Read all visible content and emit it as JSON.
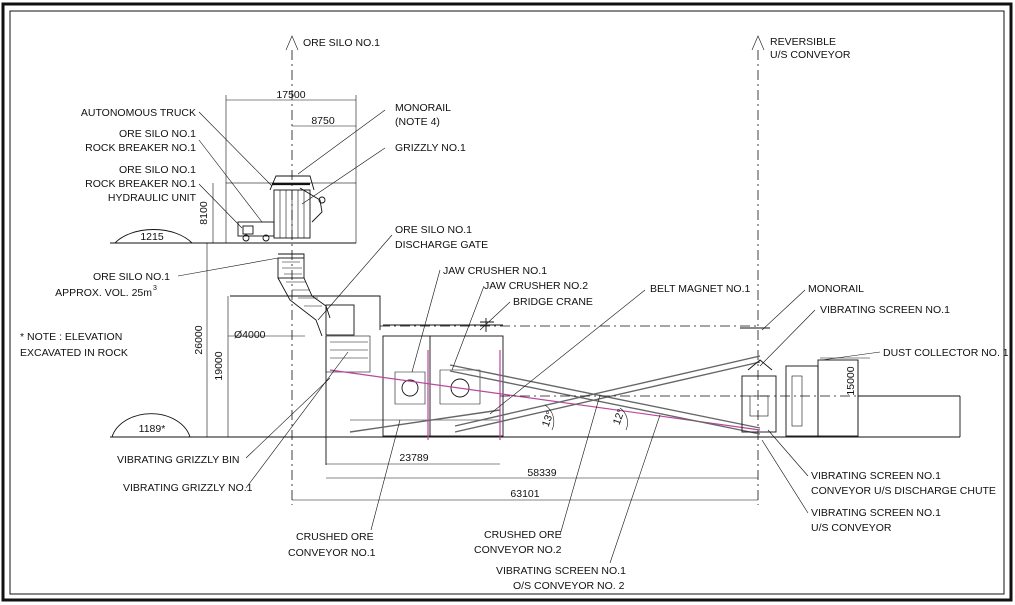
{
  "labels": {
    "ore_silo_top": "ORE SILO NO.1",
    "reversible_1": "REVERSIBLE",
    "reversible_2": "U/S CONVEYOR",
    "autonomous_truck": "AUTONOMOUS TRUCK",
    "rock_breaker_1": "ORE SILO NO.1",
    "rock_breaker_2": "ROCK BREAKER NO.1",
    "hydraulic_1": "ORE SILO NO.1",
    "hydraulic_2": "ROCK BREAKER NO.1",
    "hydraulic_3": "HYDRAULIC UNIT",
    "monorail_top_1": "MONORAIL",
    "monorail_top_2": "(NOTE 4)",
    "grizzly": "GRIZZLY NO.1",
    "discharge_gate_1": "ORE SILO NO.1",
    "discharge_gate_2": "DISCHARGE GATE",
    "silo_vol_1": "ORE SILO NO.1",
    "silo_vol_2": "APPROX. VOL. 25m",
    "silo_vol_sup": "3",
    "note_1": "* NOTE : ELEVATION",
    "note_2": "EXCAVATED IN ROCK",
    "jaw_crusher_1": "JAW CRUSHER NO.1",
    "jaw_crusher_2": "JAW CRUSHER NO.2",
    "bridge_crane": "BRIDGE CRANE",
    "belt_magnet": "BELT MAGNET NO.1",
    "monorail_right": "MONORAIL",
    "vibrating_screen": "VIBRATING SCREEN NO.1",
    "dust_collector": "DUST COLLECTOR NO. 1",
    "vg_bin": "VIBRATING GRIZZLY BIN",
    "vg_no1": "VIBRATING GRIZZLY NO.1",
    "crushed_conv1_1": "CRUSHED ORE",
    "crushed_conv1_2": "CONVEYOR NO.1",
    "crushed_conv2_1": "CRUSHED ORE",
    "crushed_conv2_2": "CONVEYOR NO.2",
    "os_conv2_1": "VIBRATING SCREEN NO.1",
    "os_conv2_2": "O/S CONVEYOR NO. 2",
    "us_chute_1": "VIBRATING SCREEN NO.1",
    "us_chute_2": "CONVEYOR U/S DISCHARGE CHUTE",
    "us_conv_1": "VIBRATING SCREEN NO.1",
    "us_conv_2": "U/S CONVEYOR"
  },
  "dimensions": {
    "d17500": "17500",
    "d8750": "8750",
    "d8100": "8100",
    "d1215": "1215",
    "d26000": "26000",
    "d19000": "19000",
    "d4000": "Ø4000",
    "d1189": "1189*",
    "d23789": "23789",
    "d58339": "58339",
    "d63101": "63101",
    "d15000": "15000",
    "a13": "13°",
    "a12": "12°"
  }
}
